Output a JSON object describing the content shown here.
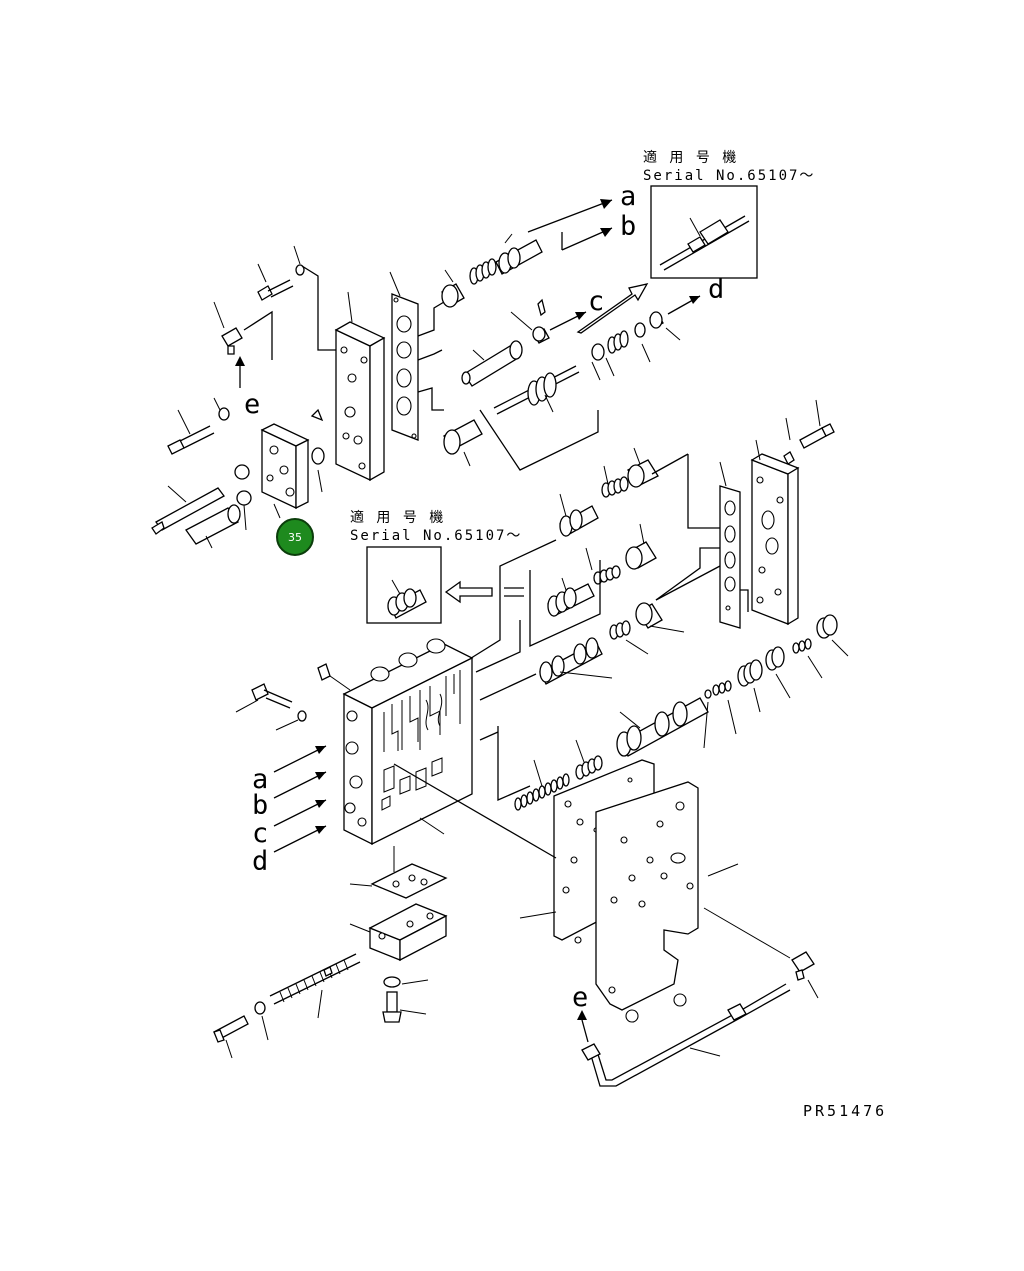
{
  "diagram": {
    "drawing_code": "PR51476",
    "applicable_notes": [
      {
        "line1": "適 用 号 機",
        "line2": "Serial No.65107～"
      },
      {
        "line1": "適 用 号 機",
        "line2": "Serial No.65107～"
      }
    ],
    "connection_letters": {
      "a": "a",
      "b": "b",
      "c": "c",
      "d": "d",
      "e": "e"
    },
    "callout": {
      "number": "35",
      "color": "#1e8a1e",
      "border": "#0b3d0b"
    }
  }
}
